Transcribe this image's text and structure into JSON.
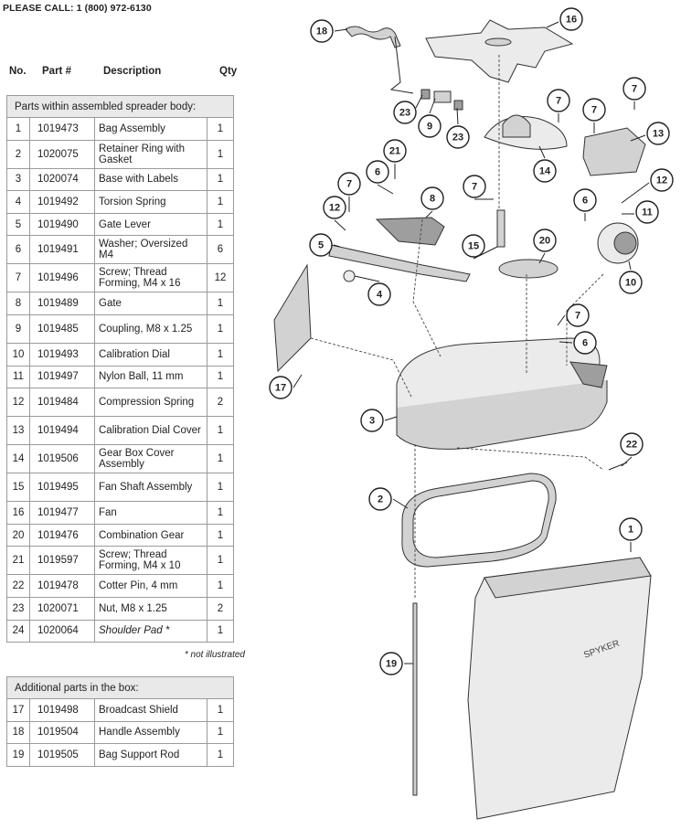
{
  "call_text": "PLEASE CALL: 1 (800) 972-6130",
  "headers": {
    "no": "No.",
    "part": "Part #",
    "desc": "Description",
    "qty": "Qty"
  },
  "section1_title": "Parts within assembled spreader body:",
  "section1_rows": [
    {
      "no": "1",
      "part": "1019473",
      "desc": "Bag Assembly",
      "qty": "1"
    },
    {
      "no": "2",
      "part": "1020075",
      "desc": "Retainer Ring with Gasket",
      "qty": "1"
    },
    {
      "no": "3",
      "part": "1020074",
      "desc": "Base with Labels",
      "qty": "1"
    },
    {
      "no": "4",
      "part": "1019492",
      "desc": "Torsion Spring",
      "qty": "1"
    },
    {
      "no": "5",
      "part": "1019490",
      "desc": "Gate Lever",
      "qty": "1"
    },
    {
      "no": "6",
      "part": "1019491",
      "desc": "Washer; Oversized M4",
      "qty": "6"
    },
    {
      "no": "7",
      "part": "1019496",
      "desc": "Screw; Thread Forming, M4 x 16",
      "qty": "12"
    },
    {
      "no": "8",
      "part": "1019489",
      "desc": "Gate",
      "qty": "1"
    },
    {
      "no": "9",
      "part": "1019485",
      "desc": "Coupling, M8 x 1.25",
      "qty": "1"
    },
    {
      "no": "10",
      "part": "1019493",
      "desc": "Calibration Dial",
      "qty": "1"
    },
    {
      "no": "11",
      "part": "1019497",
      "desc": "Nylon Ball, 11 mm",
      "qty": "1"
    },
    {
      "no": "12",
      "part": "1019484",
      "desc": "Compression Spring",
      "qty": "2"
    },
    {
      "no": "13",
      "part": "1019494",
      "desc": "Calibration Dial Cover",
      "qty": "1"
    },
    {
      "no": "14",
      "part": "1019506",
      "desc": "Gear Box Cover Assembly",
      "qty": "1"
    },
    {
      "no": "15",
      "part": "1019495",
      "desc": "Fan Shaft Assembly",
      "qty": "1"
    },
    {
      "no": "16",
      "part": "1019477",
      "desc": "Fan",
      "qty": "1"
    },
    {
      "no": "20",
      "part": "1019476",
      "desc": "Combination Gear",
      "qty": "1"
    },
    {
      "no": "21",
      "part": "1019597",
      "desc": "Screw; Thread Forming,  M4 x 10",
      "qty": "1"
    },
    {
      "no": "22",
      "part": "1019478",
      "desc": "Cotter Pin, 4 mm",
      "qty": "1"
    },
    {
      "no": "23",
      "part": "1020071",
      "desc": "Nut, M8 x 1.25",
      "qty": "2"
    },
    {
      "no": "24",
      "part": "1020064",
      "desc": "Shoulder Pad *",
      "qty": "1"
    }
  ],
  "footnote": "* not illustrated",
  "section2_title": "Additional parts in the box:",
  "section2_rows": [
    {
      "no": "17",
      "part": "1019498",
      "desc": "Broadcast Shield",
      "qty": "1"
    },
    {
      "no": "18",
      "part": "1019504",
      "desc": "Handle Assembly",
      "qty": "1"
    },
    {
      "no": "19",
      "part": "1019505",
      "desc": "Bag Support Rod",
      "qty": "1"
    }
  ],
  "callouts": [
    "18",
    "16",
    "23",
    "9",
    "23",
    "7",
    "7",
    "7",
    "13",
    "14",
    "21",
    "6",
    "8",
    "7",
    "12",
    "7",
    "6",
    "11",
    "5",
    "15",
    "20",
    "12",
    "4",
    "10",
    "7",
    "17",
    "6",
    "3",
    "22",
    "2",
    "1",
    "19"
  ]
}
